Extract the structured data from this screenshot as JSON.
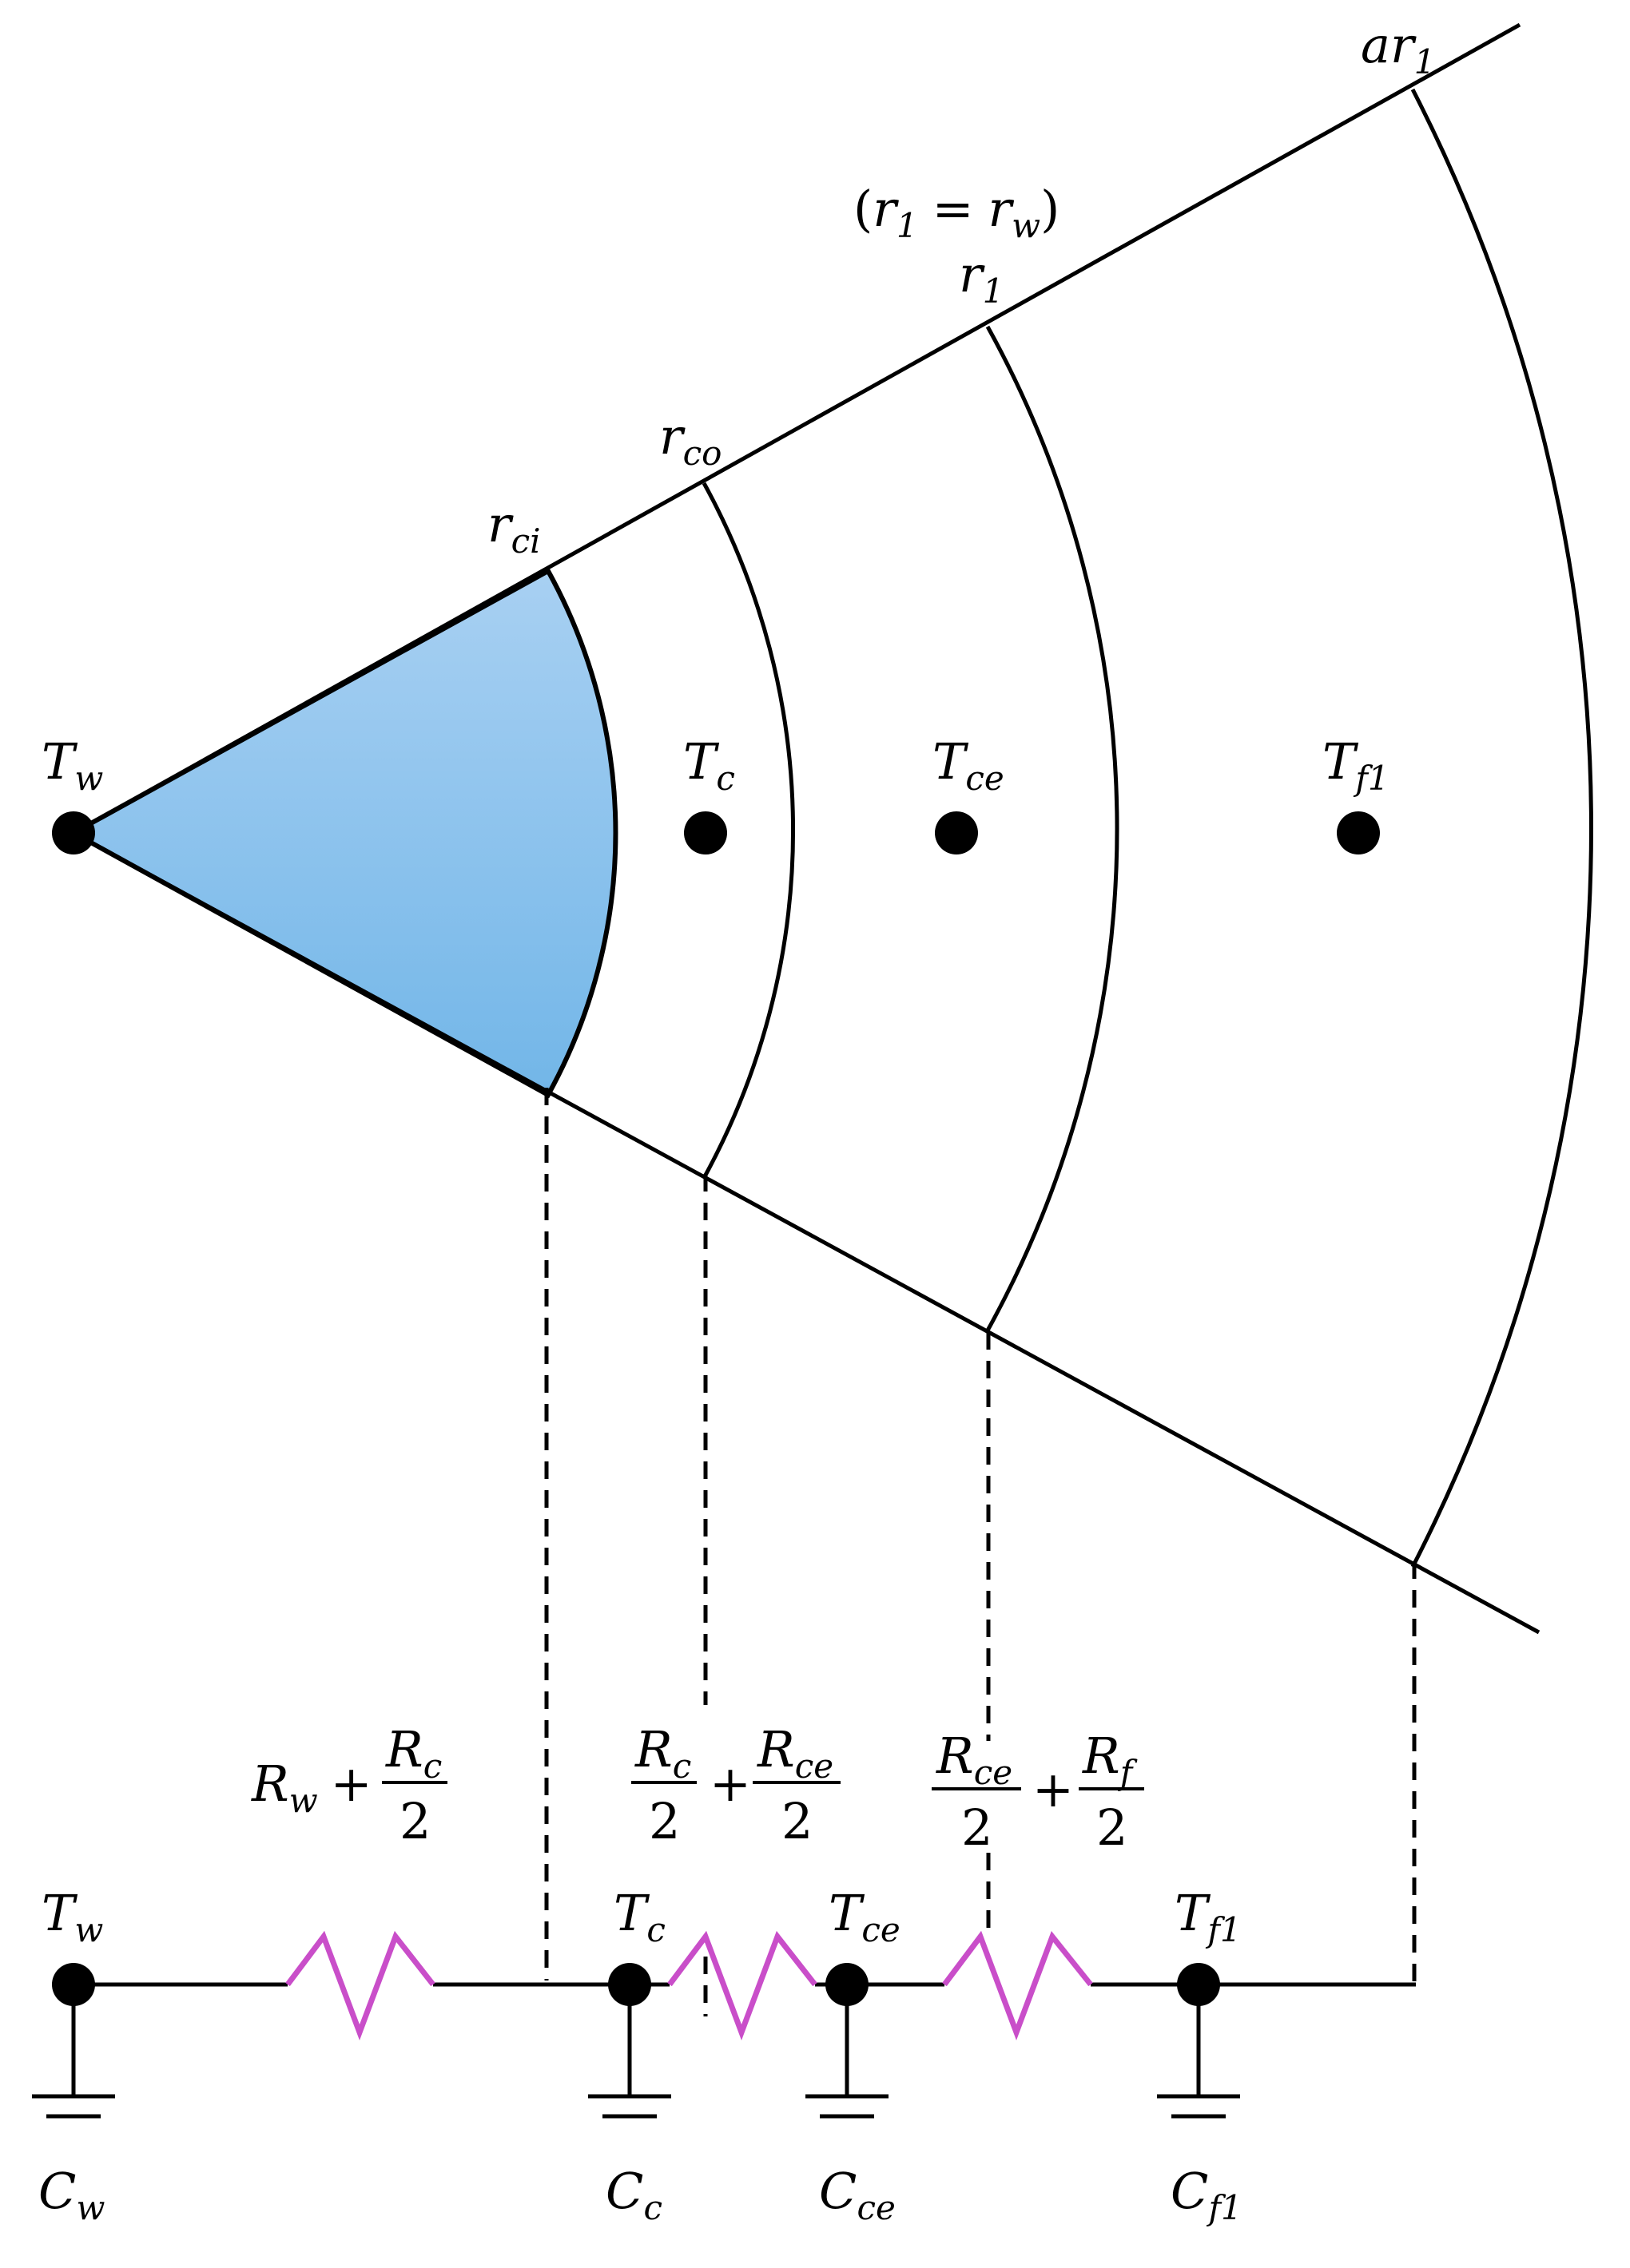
{
  "radii": {
    "ar1": {
      "base": "ar",
      "sub": "1"
    },
    "rw_eq": {
      "open": "(",
      "a": "r",
      "a_sub": "1",
      "eq": "=",
      "b": "r",
      "b_sub": "w",
      "close": ")"
    },
    "r1": {
      "base": "r",
      "sub": "1"
    },
    "rco": {
      "base": "r",
      "sub": "co"
    },
    "rci": {
      "base": "r",
      "sub": "ci"
    }
  },
  "nodes_top": [
    {
      "base": "T",
      "sub": "w"
    },
    {
      "base": "T",
      "sub": "c"
    },
    {
      "base": "T",
      "sub": "ce"
    },
    {
      "base": "T",
      "sub": "f1"
    }
  ],
  "nodes_bottom": [
    {
      "base": "T",
      "sub": "w"
    },
    {
      "base": "T",
      "sub": "c"
    },
    {
      "base": "T",
      "sub": "ce"
    },
    {
      "base": "T",
      "sub": "f1"
    }
  ],
  "capacitors": [
    {
      "base": "C",
      "sub": "w"
    },
    {
      "base": "C",
      "sub": "c"
    },
    {
      "base": "C",
      "sub": "ce"
    },
    {
      "base": "C",
      "sub": "f1"
    }
  ],
  "resistances": [
    {
      "lead": {
        "base": "R",
        "sub": "w"
      },
      "plus": "+",
      "num": {
        "base": "R",
        "sub": "c"
      },
      "den": "2"
    },
    {
      "num1": {
        "base": "R",
        "sub": "c"
      },
      "den1": "2",
      "plus": "+",
      "num2": {
        "base": "R",
        "sub": "ce"
      },
      "den2": "2"
    },
    {
      "num1": {
        "base": "R",
        "sub": "ce"
      },
      "den1": "2",
      "plus": "+",
      "num2": {
        "base": "R",
        "sub": "f"
      },
      "den2": "2"
    }
  ],
  "colors": {
    "wedge_top": "#a8d0f2",
    "wedge_bottom": "#72b6e8",
    "resistor": "#c94ec9"
  }
}
